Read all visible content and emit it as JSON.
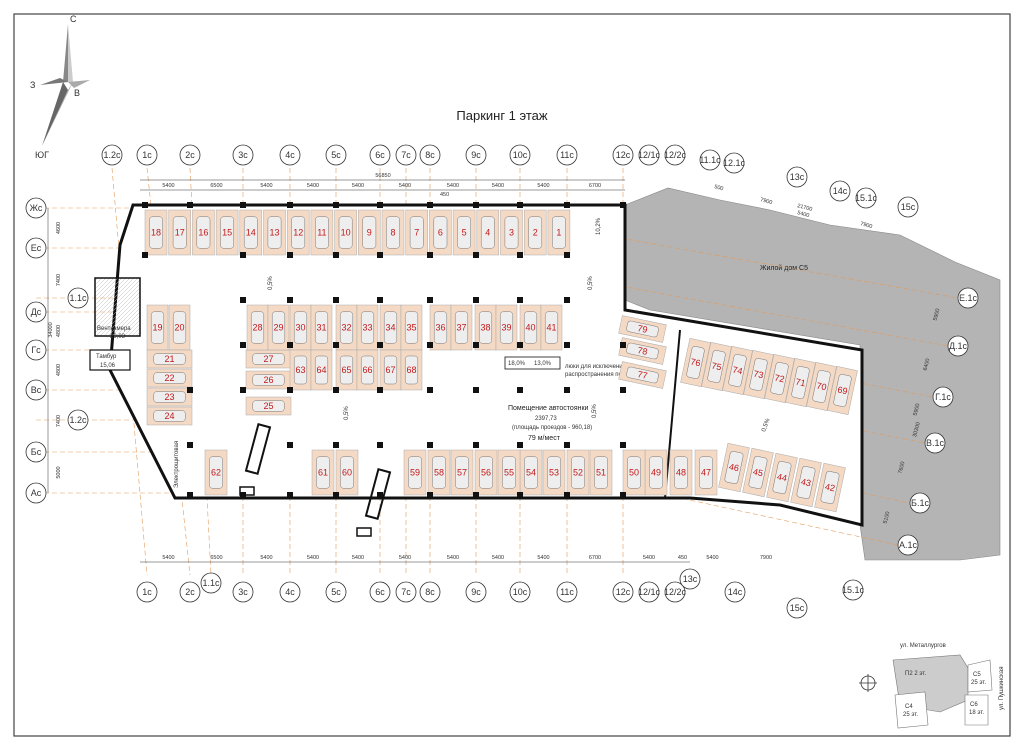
{
  "title": "Паркинг 1 этаж",
  "compass": {
    "n": "С",
    "s": "ЮГ",
    "w": "З",
    "e": "В"
  },
  "axes_top": [
    "1.2c",
    "1c",
    "2c",
    "3c",
    "4c",
    "5c",
    "6c",
    "7c",
    "8c",
    "9c",
    "10c",
    "11c",
    "12c",
    "12/1c",
    "12/2c",
    "11.1c",
    "12.1c",
    "13c",
    "14c",
    "15.1c",
    "15c"
  ],
  "axes_bottom": [
    "1c",
    "2c",
    "1.1c",
    "3c",
    "4c",
    "5c",
    "6c",
    "7c",
    "8c",
    "9c",
    "10c",
    "11c",
    "12c",
    "12/1c",
    "12/2c",
    "13c",
    "14c",
    "15c",
    "15.1c"
  ],
  "axes_left": [
    "Жс",
    "Ес",
    "1.1c",
    "Дс",
    "Гс",
    "Вс",
    "1.2c",
    "Бс",
    "Ас"
  ],
  "axes_right": [
    "Е.1с",
    "Д.1с",
    "Г.1с",
    "В.1с",
    "Б.1с",
    "А.1с"
  ],
  "dims_top": [
    "5400",
    "6500",
    "5400",
    "5400",
    "5400",
    "5400",
    "5400",
    "5400",
    "5400",
    "6700"
  ],
  "dim_total": "56850",
  "dim_450": "450",
  "dims_bottom": [
    "5400",
    "6500",
    "5400",
    "5400",
    "5400",
    "5400",
    "5400",
    "5400",
    "5400",
    "6700",
    "5400",
    "450",
    "5400",
    "7900"
  ],
  "dims_left": [
    "4600",
    "7400",
    "4800",
    "4800",
    "7400",
    "5000"
  ],
  "dim_left_total": "34000",
  "dims_right": [
    "5900",
    "6400",
    "5900",
    "7600",
    "5100"
  ],
  "dim_right_total": "30300",
  "dims_ne": [
    "500",
    "7900",
    "21700",
    "5400",
    "7900"
  ],
  "rooms": {
    "vent": "Венткамера",
    "vent_area": "29,03",
    "tambur": "Тамбур",
    "tambur_area": "15,06",
    "elec": "Электрощитовая",
    "parking": "Помещение автостоянки",
    "parking_area": "2397,73",
    "parking_sub": "(площадь проездов - 960,18)",
    "places": "79 м/мест",
    "house": "Жилой дом С5",
    "lyuk": "люки для исключения",
    "lyuk2": "распространения потопа"
  },
  "slopes": [
    "10,2%",
    "0,5%",
    "0,5%",
    "0,5%",
    "0,5%",
    "0,5%",
    "0,5%",
    "18,0%",
    "13,0%"
  ],
  "spaces": [
    "1",
    "2",
    "3",
    "4",
    "5",
    "6",
    "7",
    "8",
    "9",
    "10",
    "11",
    "12",
    "13",
    "14",
    "15",
    "16",
    "17",
    "18",
    "19",
    "20",
    "21",
    "22",
    "23",
    "24",
    "25",
    "26",
    "27",
    "28",
    "29",
    "30",
    "31",
    "32",
    "33",
    "34",
    "35",
    "36",
    "37",
    "38",
    "39",
    "40",
    "41",
    "42",
    "43",
    "44",
    "45",
    "46",
    "47",
    "48",
    "49",
    "50",
    "51",
    "52",
    "53",
    "54",
    "55",
    "56",
    "57",
    "58",
    "59",
    "60",
    "61",
    "62",
    "63",
    "64",
    "65",
    "66",
    "67",
    "68",
    "69",
    "70",
    "71",
    "72",
    "73",
    "74",
    "75",
    "76",
    "77",
    "78",
    "79"
  ],
  "keyplan": {
    "street1": "ул. Металлургов",
    "street2": "ул. Пушкинская",
    "b1": "П2 2 эт.",
    "b2": "С5",
    "b2s": "25 эт.",
    "b3": "С4",
    "b3s": "25 эт.",
    "b4": "С6",
    "b4s": "18 эт."
  }
}
